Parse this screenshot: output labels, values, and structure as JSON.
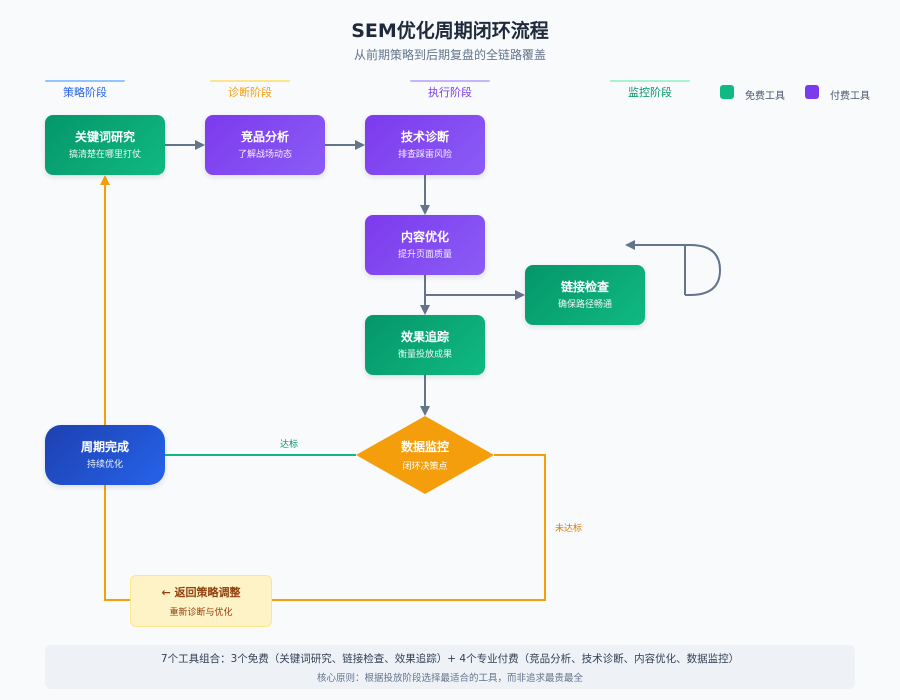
{
  "header": {
    "title": "SEM优化周期闭环流程",
    "subtitle": "从前期策略到后期复盘的全链路覆盖"
  },
  "stages": [
    {
      "label": "策略阶段",
      "color": "#2563eb"
    },
    {
      "label": "诊断阶段",
      "color": "#f59e0b"
    },
    {
      "label": "执行阶段",
      "color": "#7c3aed"
    },
    {
      "label": "监控阶段",
      "color": "#059669"
    }
  ],
  "legend": {
    "free": {
      "label": "免费工具",
      "color": "#10b981"
    },
    "paid": {
      "label": "付费工具",
      "color": "#7c3aed"
    }
  },
  "nodes": {
    "keyword": {
      "title": "关键词研究",
      "sub": "搞清楚在哪里打仗"
    },
    "competitor": {
      "title": "竞品分析",
      "sub": "了解战场动态"
    },
    "tech": {
      "title": "技术诊断",
      "sub": "排查踩雷风险"
    },
    "content": {
      "title": "内容优化",
      "sub": "提升页面质量"
    },
    "links": {
      "title": "链接检查",
      "sub": "确保路径畅通"
    },
    "tracking": {
      "title": "效果追踪",
      "sub": "衡量投放成果"
    },
    "monitor": {
      "title": "数据监控",
      "sub": "闭环决策点"
    },
    "complete": {
      "title": "周期完成",
      "sub": "持续优化"
    },
    "return": {
      "title": "← 返回策略调整",
      "sub": "重新诊断与优化"
    }
  },
  "edges": {
    "reached": "达标",
    "not_reached": "未达标"
  },
  "footer": {
    "line1": "7个工具组合：3个免费（关键词研究、链接检查、效果追踪）+ 4个专业付费（竞品分析、技术诊断、内容优化、数据监控）",
    "line2": "核心原则：根据投放阶段选择最适合的工具，而非追求最贵最全"
  }
}
